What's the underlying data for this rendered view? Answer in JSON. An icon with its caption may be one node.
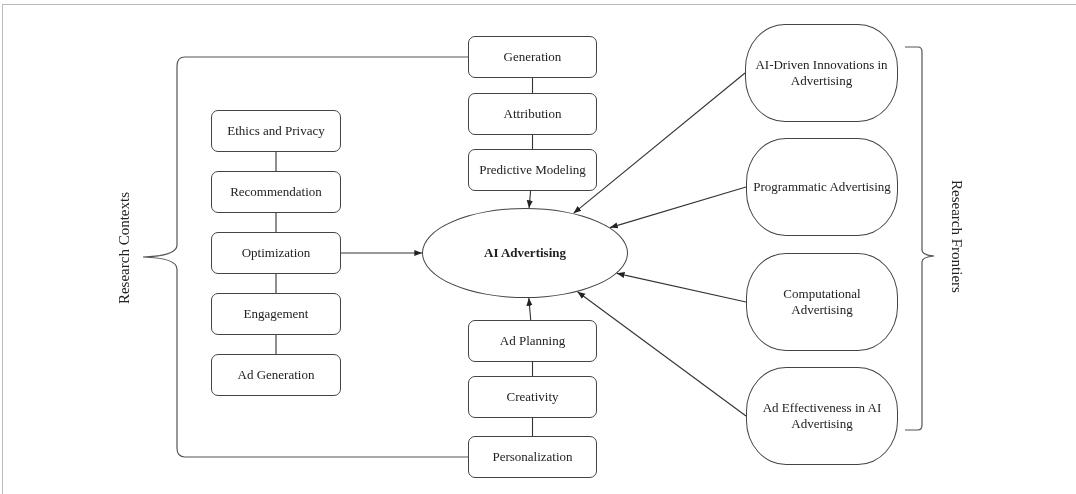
{
  "diagram": {
    "nodes": [
      {
        "text": [
          "Ethics and Privacy"
        ]
      },
      {
        "text": [
          "Recommendation"
        ]
      },
      {
        "text": [
          "Optimization"
        ]
      },
      {
        "text": [
          "Engagement"
        ]
      },
      {
        "text": [
          "Ad Generation"
        ]
      },
      {
        "text": [
          "Generation"
        ]
      },
      {
        "text": [
          "Attribution"
        ]
      },
      {
        "text": [
          "Predictive Modeling"
        ]
      },
      {
        "text": [
          "AI Advertising"
        ]
      },
      {
        "text": [
          "Ad Planning"
        ]
      },
      {
        "text": [
          "Creativity"
        ]
      },
      {
        "text": [
          "Personalization"
        ]
      },
      {
        "text": [
          "AI-Driven Innovations in Advertising"
        ]
      },
      {
        "text": [
          "Programmatic Advertising"
        ]
      },
      {
        "text": [
          "Computational Advertising"
        ]
      },
      {
        "text": [
          "Ad Effectiveness in AI Advertising"
        ]
      }
    ],
    "edges": [
      {
        "from": 0,
        "to": 1,
        "arrow": "none"
      },
      {
        "from": 1,
        "to": 2,
        "arrow": "none"
      },
      {
        "from": 2,
        "to": 3,
        "arrow": "none"
      },
      {
        "from": 3,
        "to": 4,
        "arrow": "none"
      },
      {
        "from": 2,
        "to": 8,
        "arrow": "to"
      },
      {
        "from": 5,
        "to": 6,
        "arrow": "none"
      },
      {
        "from": 6,
        "to": 7,
        "arrow": "none"
      },
      {
        "from": 7,
        "to": 8,
        "arrow": "to"
      },
      {
        "from": 9,
        "to": 8,
        "arrow": "to"
      },
      {
        "from": 10,
        "to": 9,
        "arrow": "none"
      },
      {
        "from": 11,
        "to": 10,
        "arrow": "none"
      },
      {
        "from": 12,
        "to": 8,
        "arrow": "to"
      },
      {
        "from": 13,
        "to": 8,
        "arrow": "to"
      },
      {
        "from": 14,
        "to": 8,
        "arrow": "to"
      },
      {
        "from": 15,
        "to": 8,
        "arrow": "to"
      }
    ],
    "labels": [
      "Research Contexts",
      "Research Frontiers"
    ]
  }
}
